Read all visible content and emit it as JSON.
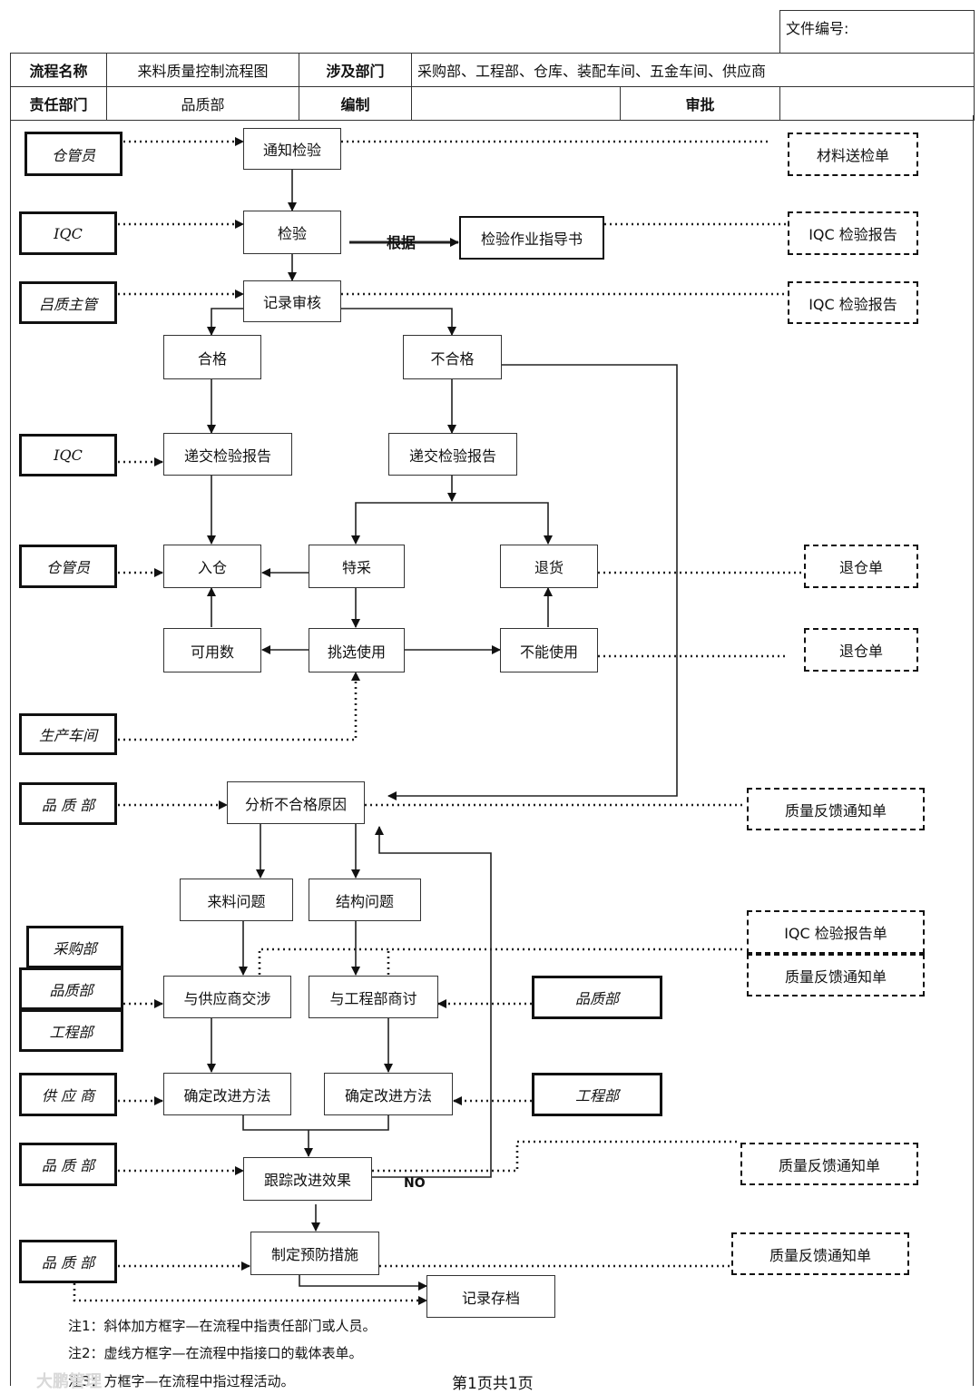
{
  "header": {
    "file_no_label": "文件编号:",
    "process_name_label": "流程名称",
    "process_name": "来料质量控制流程图",
    "departments_label": "涉及部门",
    "departments": "采购部、工程部、仓库、装配车间、五金车间、供应商",
    "responsible_label": "责任部门",
    "responsible": "品质部",
    "compiled_label": "编制",
    "approved_label": "审批"
  },
  "roles": {
    "warehouse_keeper_1": "仓管员",
    "iqc_1": "IQC",
    "quality_supervisor": "吕质主管",
    "iqc_2": "IQC",
    "warehouse_keeper_2": "仓管员",
    "production_workshop": "生产车间",
    "quality_dept_1": "品 质 部",
    "purchasing_dept": "采购部",
    "quality_dept_2": "品质部",
    "engineering_dept_1": "工程部",
    "quality_dept_right": "品质部",
    "supplier": "供 应 商",
    "engineering_dept_right": "工程部",
    "quality_dept_3": "品 质 部",
    "quality_dept_4": "品 质 部"
  },
  "process": {
    "notify_inspection": "通知检验",
    "inspection": "检验",
    "record_review": "记录审核",
    "pass": "合格",
    "fail": "不合格",
    "submit_report_pass": "递交检验报告",
    "submit_report_fail": "递交检验报告",
    "store": "入仓",
    "special_purchase": "特采",
    "return_goods": "退货",
    "usable_qty": "可用数",
    "select_use": "挑选使用",
    "unusable": "不能使用",
    "analyze_cause": "分析不合格原因",
    "material_issue": "来料问题",
    "structure_issue": "结构问题",
    "negotiate_supplier": "与供应商交涉",
    "discuss_engineering": "与工程部商讨",
    "improve_method_1": "确定改进方法",
    "improve_method_2": "确定改进方法",
    "track_effect": "跟踪改进效果",
    "preventive_measures": "制定预防措施",
    "record_archive": "记录存档"
  },
  "guide_doc": "检验作业指导书",
  "basis_label": "根据",
  "no_label": "NO",
  "documents": {
    "inspection_request": "材料送检单",
    "iqc_report_1": "IQC 检验报告",
    "iqc_report_2": "IQC 检验报告",
    "return_form_1": "退仓单",
    "return_form_2": "退仓单",
    "feedback_1": "质量反馈通知单",
    "iqc_report_form": "IQC 检验报告单",
    "feedback_2": "质量反馈通知单",
    "feedback_3": "质量反馈通知单",
    "feedback_4": "质量反馈通知单"
  },
  "notes": {
    "note1": "注1：斜体加方框字—在流程中指责任部门或人员。",
    "note2": "注2：虚线方框字—在流程中指接口的载体表单。",
    "note3": "注3：方框字—在流程中指过程活动。"
  },
  "page_footer": "第1页共1页",
  "watermark": "大鹏管理"
}
